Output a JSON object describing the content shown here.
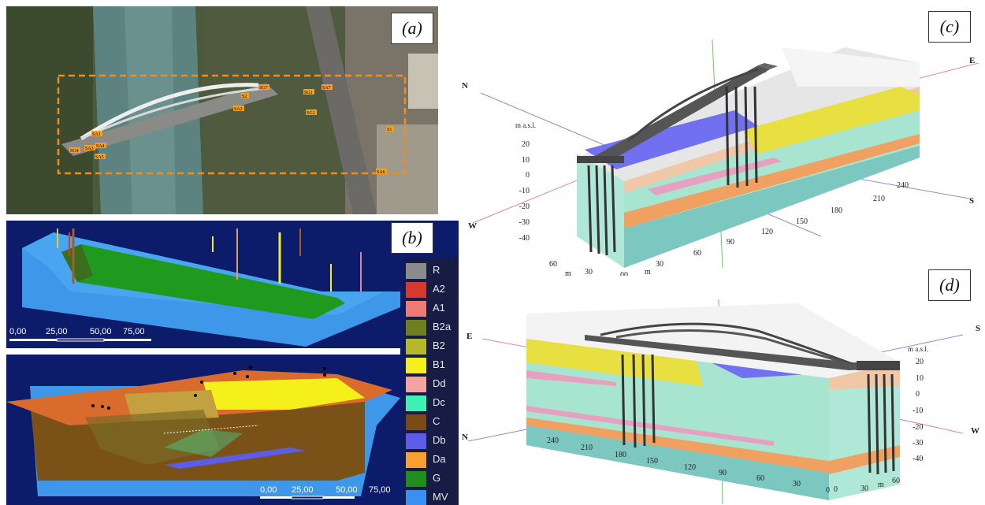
{
  "panels": {
    "a": {
      "label": "(a)"
    },
    "b": {
      "label": "(b)"
    },
    "c": {
      "label": "(c)"
    },
    "d": {
      "label": "(d)"
    }
  },
  "aerial_tags": [
    "SG7",
    "SA7",
    "SG1",
    "SA2",
    "SG2",
    "SA1",
    "SG4",
    "SA3",
    "SA4",
    "SA5",
    "SA6",
    "S1",
    "S2"
  ],
  "legend": [
    {
      "code": "R",
      "color": "#8c8c8c"
    },
    {
      "code": "A2",
      "color": "#d63a2f"
    },
    {
      "code": "A1",
      "color": "#f07a75"
    },
    {
      "code": "B2a",
      "color": "#6e7f1e"
    },
    {
      "code": "B2",
      "color": "#b4b92a"
    },
    {
      "code": "B1",
      "color": "#f5ef1a"
    },
    {
      "code": "Dd",
      "color": "#f4a3a3"
    },
    {
      "code": "Dc",
      "color": "#3ff0b2"
    },
    {
      "code": "C",
      "color": "#7a4a17"
    },
    {
      "code": "Db",
      "color": "#5b5ce8"
    },
    {
      "code": "Da",
      "color": "#f5a030"
    },
    {
      "code": "G",
      "color": "#1e8f1e"
    },
    {
      "code": "MV",
      "color": "#3a8ff0"
    }
  ],
  "scalebar_labels": [
    "0,00",
    "25,00",
    "50,00",
    "75,00"
  ],
  "model_c": {
    "north": "N",
    "east": "E",
    "south": "S",
    "west": "W",
    "elev_title": "m a.s.l.",
    "elev_ticks": [
      "20",
      "10",
      "0",
      "-10",
      "-20",
      "-30",
      "-40"
    ],
    "x_ticks": [
      "0",
      "30",
      "60",
      "90",
      "120",
      "150",
      "180",
      "210",
      "240"
    ],
    "y_ticks": [
      "60",
      "30",
      "0"
    ],
    "unit_m": "m"
  },
  "model_d": {
    "east": "E",
    "south": "S",
    "north": "N",
    "west": "W",
    "elev_title": "m a.s.l.",
    "elev_ticks": [
      "20",
      "10",
      "0",
      "-10",
      "-20",
      "-30",
      "-40"
    ],
    "x_ticks": [
      "240",
      "210",
      "180",
      "150",
      "120",
      "90",
      "60",
      "30",
      "0"
    ],
    "y_ticks": [
      "0",
      "30",
      "60"
    ],
    "unit_m": "m"
  }
}
